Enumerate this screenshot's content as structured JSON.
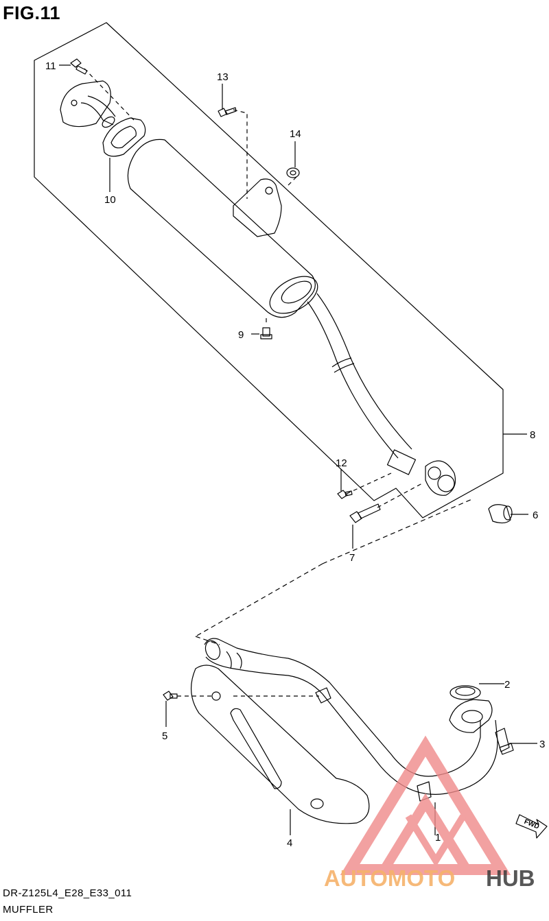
{
  "figure": {
    "title": "FIG.11"
  },
  "callouts": [
    {
      "id": "c1",
      "label": "1"
    },
    {
      "id": "c2",
      "label": "2"
    },
    {
      "id": "c3",
      "label": "3"
    },
    {
      "id": "c4",
      "label": "4"
    },
    {
      "id": "c5",
      "label": "5"
    },
    {
      "id": "c6",
      "label": "6"
    },
    {
      "id": "c7",
      "label": "7"
    },
    {
      "id": "c8",
      "label": "8"
    },
    {
      "id": "c9",
      "label": "9"
    },
    {
      "id": "c10",
      "label": "10"
    },
    {
      "id": "c11",
      "label": "11"
    },
    {
      "id": "c12",
      "label": "12"
    },
    {
      "id": "c13",
      "label": "13"
    },
    {
      "id": "c14",
      "label": "14"
    }
  ],
  "fwd_marker": {
    "label": "FWD"
  },
  "watermark": {
    "part1": "AUTOMOTO",
    "part2": "HUB",
    "color_primary": "#f08a8a",
    "color_secondary": "#3a3a3a",
    "color_text": "#f6b26b"
  },
  "footer": {
    "code": "DR-Z125L4_E28_E33_011",
    "name": "MUFFLER"
  }
}
